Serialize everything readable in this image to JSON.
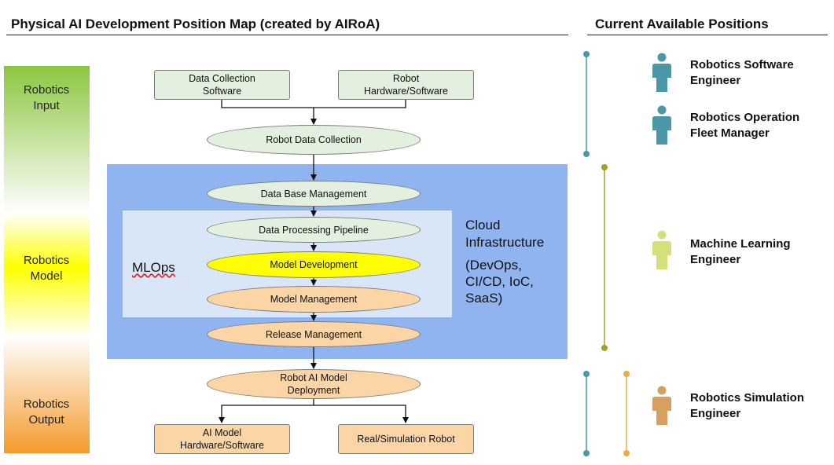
{
  "headers": {
    "left_title": "Physical AI Development Position Map (created by AIRoA)",
    "right_title": "Current Available Positions"
  },
  "sidebar": {
    "stages": [
      {
        "label": "Robotics\nInput"
      },
      {
        "label": "Robotics\nModel"
      },
      {
        "label": "Robotics\nOutput"
      }
    ],
    "gradient_colors": [
      "#8cc63f",
      "#ffffff",
      "#ffff00",
      "#ffffff",
      "#f39a2a"
    ]
  },
  "flow": {
    "data_collection_software": "Data Collection\nSoftware",
    "robot_hardware_software": "Robot\nHardware/Software",
    "robot_data_collection": "Robot Data Collection",
    "data_base_management": "Data Base Management",
    "data_processing_pipeline": "Data Processing Pipeline",
    "model_development": "Model Development",
    "model_management": "Model Management",
    "release_management": "Release Management",
    "robot_ai_model_deployment": "Robot AI Model\nDeployment",
    "ai_model_hardware_software": "AI Model\nHardware/Software",
    "real_simulation_robot": "Real/Simulation Robot"
  },
  "cloud": {
    "label": "Cloud\nInfrastructure",
    "sublabel": "(DevOps,\nCI/CD, IoC,\nSaaS)",
    "color": "#8fb4f0"
  },
  "mlops": {
    "label": "MLOps",
    "color": "#d9e6f8"
  },
  "positions": [
    {
      "title": "Robotics Software\nEngineer",
      "icon": "person-icon",
      "color": "#4a97a8"
    },
    {
      "title": "Robotics Operation\nFleet Manager",
      "icon": "person-icon",
      "color": "#4a97a8"
    },
    {
      "title": "Machine Learning\nEngineer",
      "icon": "person-icon",
      "color": "#d5e07a"
    },
    {
      "title": "Robotics Simulation\nEngineer",
      "icon": "person-icon",
      "color": "#d8a060"
    }
  ],
  "bracket_colors": {
    "teal": "#4a97a8",
    "olive": "#9aa528",
    "orange": "#f0a840"
  }
}
